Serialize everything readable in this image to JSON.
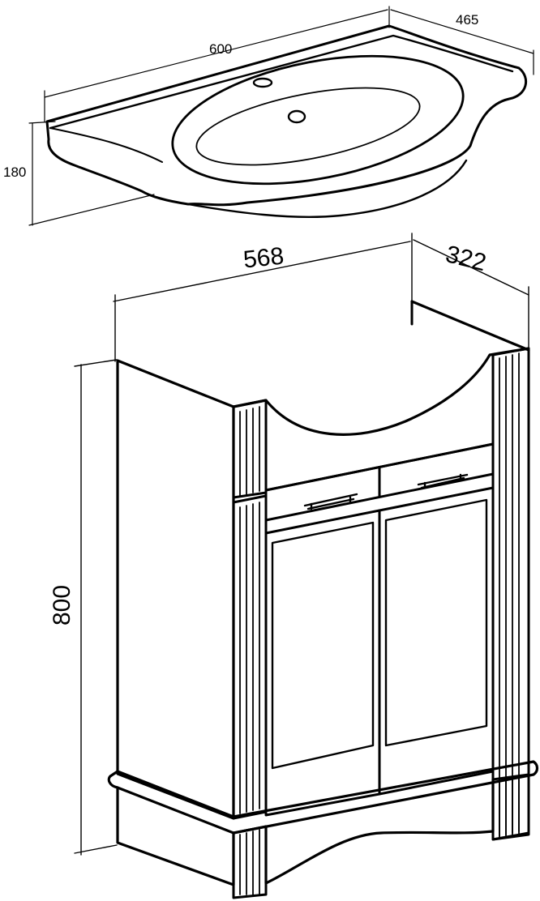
{
  "basin": {
    "width_label": "600",
    "depth_label": "465",
    "height_label": "180"
  },
  "cabinet": {
    "width_label": "568",
    "depth_label": "322",
    "height_label": "800"
  },
  "colors": {
    "line": "#000000",
    "background": "#ffffff"
  }
}
